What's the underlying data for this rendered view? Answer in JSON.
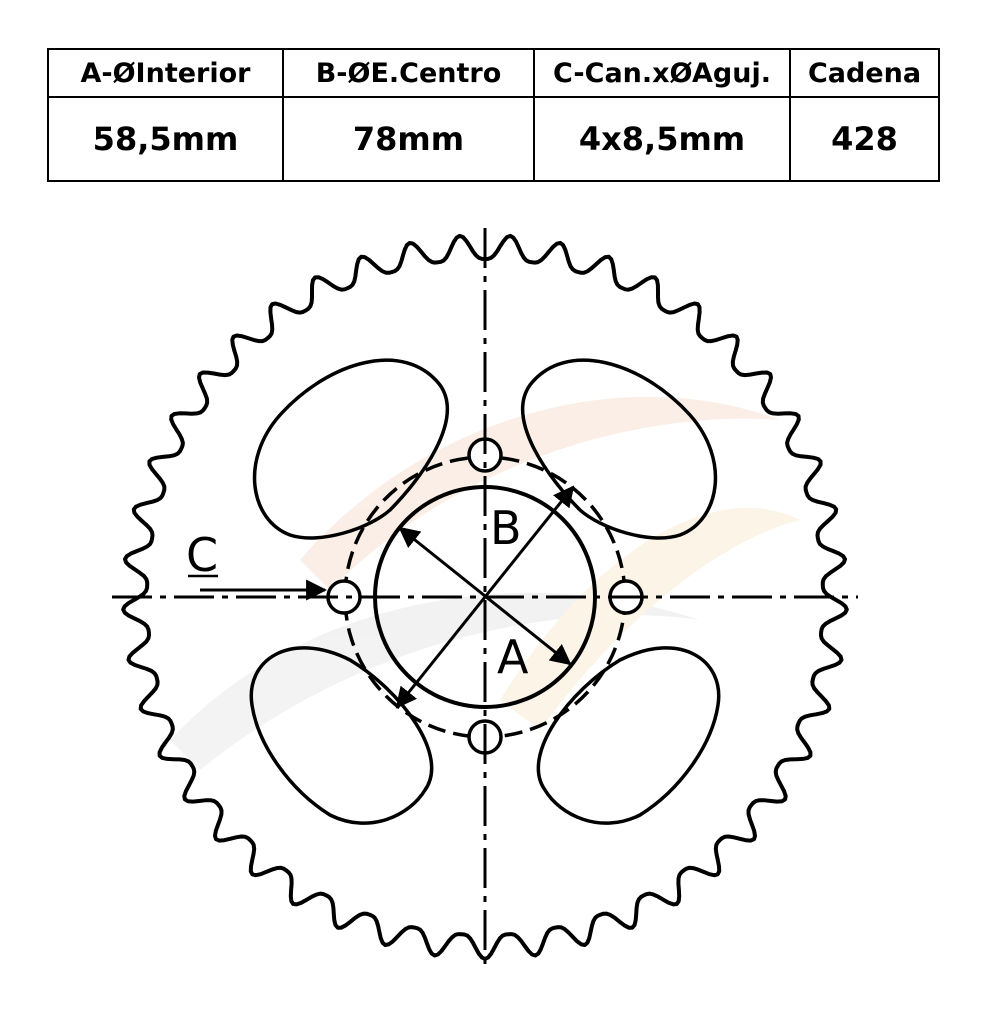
{
  "table": {
    "headers": [
      "A-ØInterior",
      "B-ØE.Centro",
      "C-Can.xØAguj.",
      "Cadena"
    ],
    "values": [
      "58,5mm",
      "78mm",
      "4x8,5mm",
      "428"
    ]
  },
  "diagram": {
    "labels": {
      "a": "A",
      "b": "B",
      "c": "C"
    }
  }
}
